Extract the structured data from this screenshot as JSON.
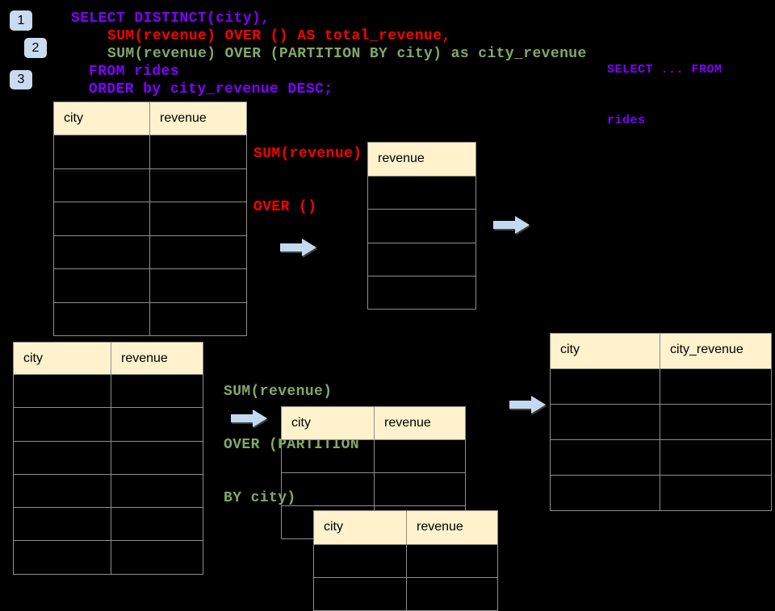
{
  "colors": {
    "background": "#000000",
    "sql_purple": "#8000FF",
    "sql_red": "#FF0000",
    "sql_green": "#82A968",
    "badge_bg": "#C9DAF1",
    "table_header_bg": "#FFF2CC",
    "table_border": "#8E8E8E",
    "arrow_fill": "#C2D9F0"
  },
  "badges": {
    "one": "1",
    "two": "2",
    "three": "3"
  },
  "sql": {
    "line1": "SELECT DISTINCT(city),",
    "line2": "SUM(revenue) OVER () AS total_revenue,",
    "line3": "SUM(revenue) OVER (PARTITION BY city) as city_revenue",
    "line4": "FROM rides",
    "line5": "ORDER by city_revenue DESC;"
  },
  "from_note": {
    "line1": "SELECT ... FROM",
    "line2": "rides"
  },
  "total_note": {
    "line1": "SUM(revenue)",
    "line2": "OVER ()"
  },
  "partition_note": {
    "line1": "SUM(revenue)",
    "line2": "OVER (PARTITION",
    "line3": "BY city)"
  },
  "icons": {
    "arrow": "right-arrow"
  },
  "tables": {
    "top_source": {
      "headers": [
        "city",
        "revenue"
      ],
      "row_count": 6
    },
    "total_result": {
      "headers": [
        "revenue"
      ],
      "row_count": 4
    },
    "bottom_source": {
      "headers": [
        "city",
        "revenue"
      ],
      "row_count": 6
    },
    "partition_a": {
      "headers": [
        "city",
        "revenue"
      ],
      "row_count": 3
    },
    "partition_b": {
      "headers": [
        "city",
        "revenue"
      ],
      "row_count": 2
    },
    "city_result": {
      "headers": [
        "city",
        "city_revenue"
      ],
      "row_count": 4
    }
  }
}
